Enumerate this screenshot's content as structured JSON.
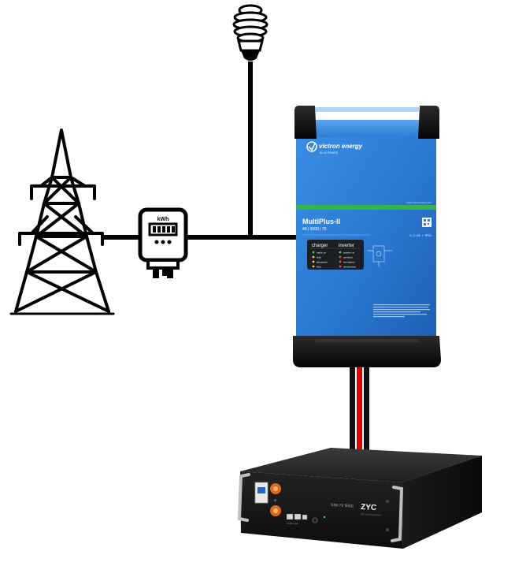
{
  "meter": {
    "unit_label": "kWh"
  },
  "inverter": {
    "brand": "victron energy",
    "brand_tagline": "BLUE POWER",
    "model": "MultiPlus-II",
    "model_spec": "48 | 5000 | 70",
    "charger_title": "charger",
    "inverter_title": "inverter",
    "charger_states": [
      "mains on",
      "bulk",
      "absorption",
      "float"
    ],
    "inverter_states": [
      "inverter on",
      "overload",
      "low battery",
      "temperature"
    ],
    "led_colors": {
      "green": "#39d353",
      "yellow": "#f5d547",
      "red": "#ff4040",
      "off": "#ffffff"
    },
    "body_color": "#2f7fd6",
    "accent_stripe": "#36b34a"
  },
  "battery": {
    "model": "SIM-70 5000",
    "brand": "ZYC"
  },
  "colors": {
    "wire_black": "#000000",
    "wire_red": "#e00000",
    "wire_dark": "#1a1a1a"
  }
}
